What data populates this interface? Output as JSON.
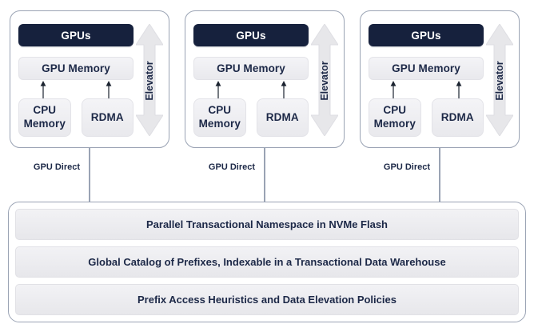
{
  "diagram": {
    "nodes": [
      {
        "gpus_label": "GPUs",
        "gpu_memory_label": "GPU Memory",
        "cpu_memory_label": "CPU Memory",
        "rdma_label": "RDMA",
        "elevator_label": "Elevator",
        "connector_label": "GPU Direct"
      },
      {
        "gpus_label": "GPUs",
        "gpu_memory_label": "GPU Memory",
        "cpu_memory_label": "CPU Memory",
        "rdma_label": "RDMA",
        "elevator_label": "Elevator",
        "connector_label": "GPU Direct"
      },
      {
        "gpus_label": "GPUs",
        "gpu_memory_label": "GPU Memory",
        "cpu_memory_label": "CPU Memory",
        "rdma_label": "RDMA",
        "elevator_label": "Elevator",
        "connector_label": "GPU Direct"
      }
    ],
    "storage_layers": [
      "Parallel Transactional Namespace in NVMe Flash",
      "Global Catalog of Prefixes, Indexable in a Transactional Data Warehouse",
      "Prefix Access Heuristics and Data Elevation Policies"
    ]
  },
  "colors": {
    "navy": "#16213D",
    "text_navy": "#1C2847",
    "node_border": "#9AA3B4",
    "light_box": "#ECECF0",
    "elevator_gray": "#E7E7EA",
    "background": "#FFFFFF"
  }
}
